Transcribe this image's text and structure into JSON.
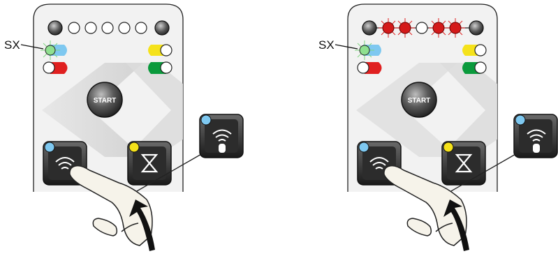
{
  "panels": [
    {
      "id": "left",
      "sx_label": "SX",
      "start_label": "START",
      "led_row": [
        "dark",
        "off",
        "off",
        "off",
        "off",
        "off",
        "dark"
      ],
      "indicators": {
        "sx": "#8fe08f",
        "left_bottom": "#e02020",
        "right_top": "#f5e21b",
        "right_bottom": "#0a9a3c",
        "left_top": "#7ec8f0"
      },
      "button_dots": {
        "remote_button": "#7ec8f0",
        "timer_button": "#f5e21b",
        "zoom_remote_button": "#7ec8f0"
      }
    },
    {
      "id": "right",
      "sx_label": "SX",
      "start_label": "START",
      "led_row": [
        "dark",
        "blink",
        "blink",
        "off",
        "blink",
        "blink",
        "dark"
      ],
      "indicators": {
        "sx": "#8fe08f",
        "left_bottom": "#e02020",
        "right_top": "#f5e21b",
        "right_bottom": "#0a9a3c",
        "left_top": "#7ec8f0"
      },
      "button_dots": {
        "remote_button": "#7ec8f0",
        "timer_button": "#f5e21b",
        "zoom_remote_button": "#7ec8f0"
      }
    }
  ]
}
